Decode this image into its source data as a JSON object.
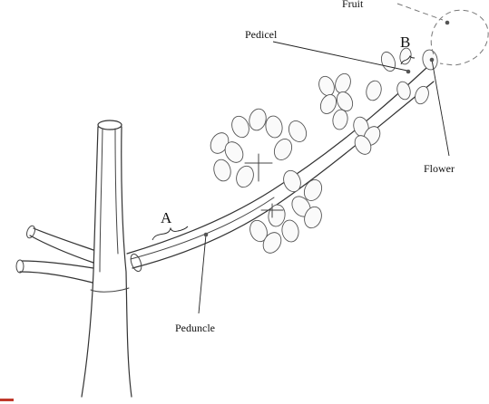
{
  "labels": {
    "fruit": "Fruit",
    "pedicel": "Pedicel",
    "b": "B",
    "flower": "Flower",
    "a": "A",
    "peduncle": "Peduncle"
  },
  "colors": {
    "ink": "#444444",
    "corner_mark": "#c0392b"
  }
}
